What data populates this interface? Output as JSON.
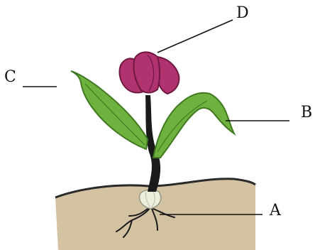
{
  "labels": {
    "a": "A",
    "b": "B",
    "c": "C",
    "d": "D"
  },
  "colors": {
    "soil": "#d4c3a3",
    "soil_edge": "#2a2a2a",
    "stem": "#1a1a1a",
    "leaf": "#6fb13f",
    "leaf_dark": "#3f7a20",
    "flower": "#b0336f",
    "flower_dark": "#6e1740",
    "bulb": "#eeeedd",
    "pointer_line": "#111111"
  }
}
